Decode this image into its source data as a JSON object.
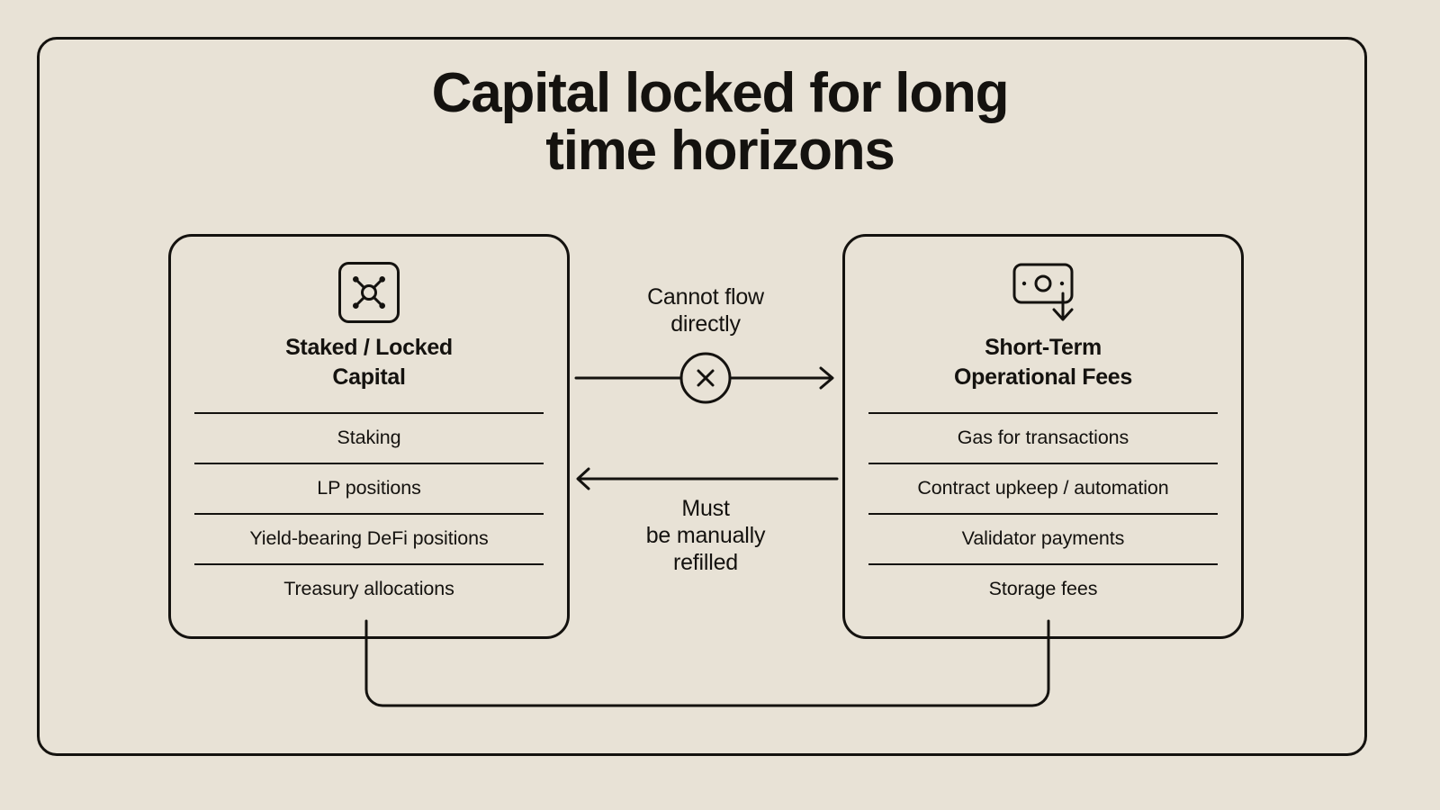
{
  "title": {
    "line1": "Capital locked for long",
    "line2": "time horizons"
  },
  "colors": {
    "background": "#E8E2D6",
    "ink": "#14120F"
  },
  "left_card": {
    "icon": "network-nodes-icon",
    "heading_line1": "Staked / Locked",
    "heading_line2": "Capital",
    "items": [
      "Staking",
      "LP positions",
      "Yield-bearing DeFi positions",
      "Treasury allocations"
    ]
  },
  "right_card": {
    "icon": "cash-inflow-icon",
    "heading_line1": "Short-Term",
    "heading_line2": "Operational Fees",
    "items": [
      "Gas for transactions",
      "Contract upkeep / automation",
      "Validator payments",
      "Storage fees"
    ]
  },
  "center": {
    "top_label_line1": "Cannot flow",
    "top_label_line2": "directly",
    "blocked_marker": "x-circle-icon",
    "bottom_label_line1": "Must",
    "bottom_label_line2": "be manually",
    "bottom_label_line3": "refilled"
  }
}
